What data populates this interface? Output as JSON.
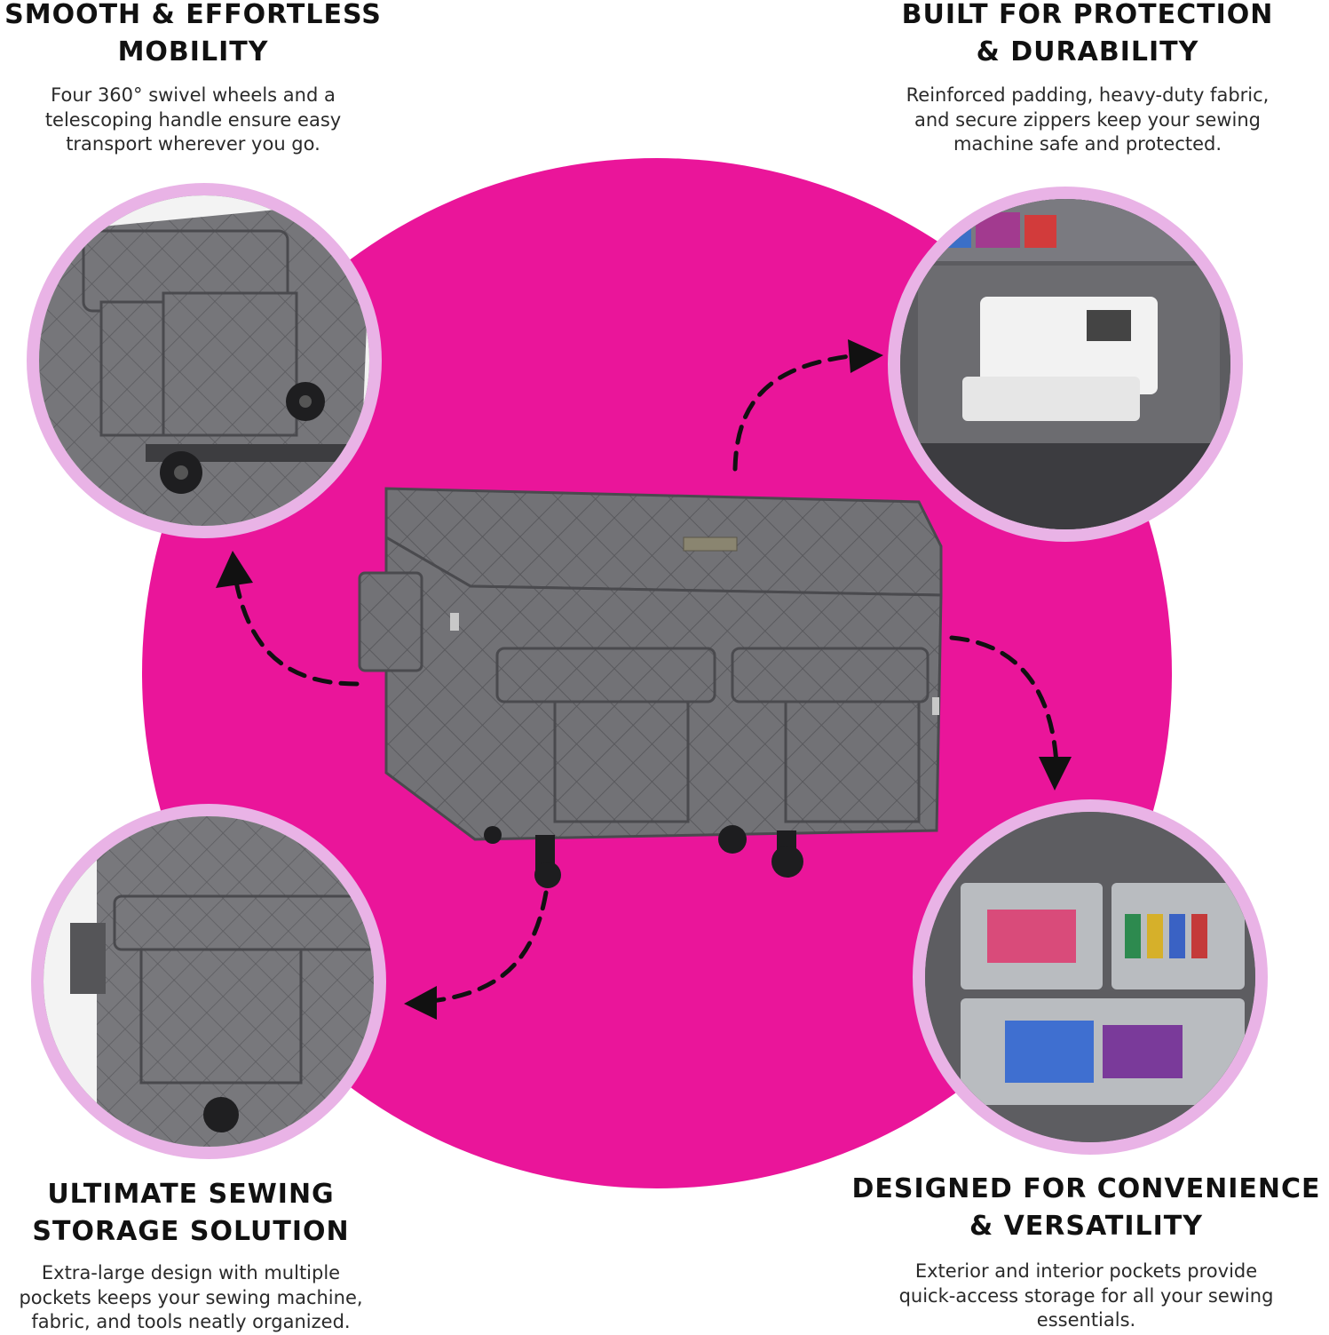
{
  "features": {
    "mobility": {
      "title": "SMOOTH & EFFORTLESS\nMOBILITY",
      "text": "Four 360° swivel wheels and a\ntelescoping handle ensure easy\ntransport wherever you go."
    },
    "protection": {
      "title": "BUILT FOR PROTECTION\n& DURABILITY",
      "text": "Reinforced padding, heavy-duty fabric,\nand secure zippers keep your sewing\nmachine safe and protected."
    },
    "storage": {
      "title": "ULTIMATE SEWING\nSTORAGE SOLUTION",
      "text": "Extra-large design with multiple\npockets keeps your sewing machine,\nfabric, and tools neatly organized."
    },
    "convenience": {
      "title": "DESIGNED FOR CONVENIENCE\n& VERSATILITY",
      "text": "Exterior and interior pockets provide\nquick-access storage for all your sewing\nessentials."
    }
  },
  "colors": {
    "accent_pink": "#ea159a",
    "bubble_ring": "#e9b3e6",
    "bag_gray": "#6f6f72",
    "text_dark": "#111111"
  },
  "icons": {
    "arrow": "dashed-curved-arrow-icon"
  }
}
